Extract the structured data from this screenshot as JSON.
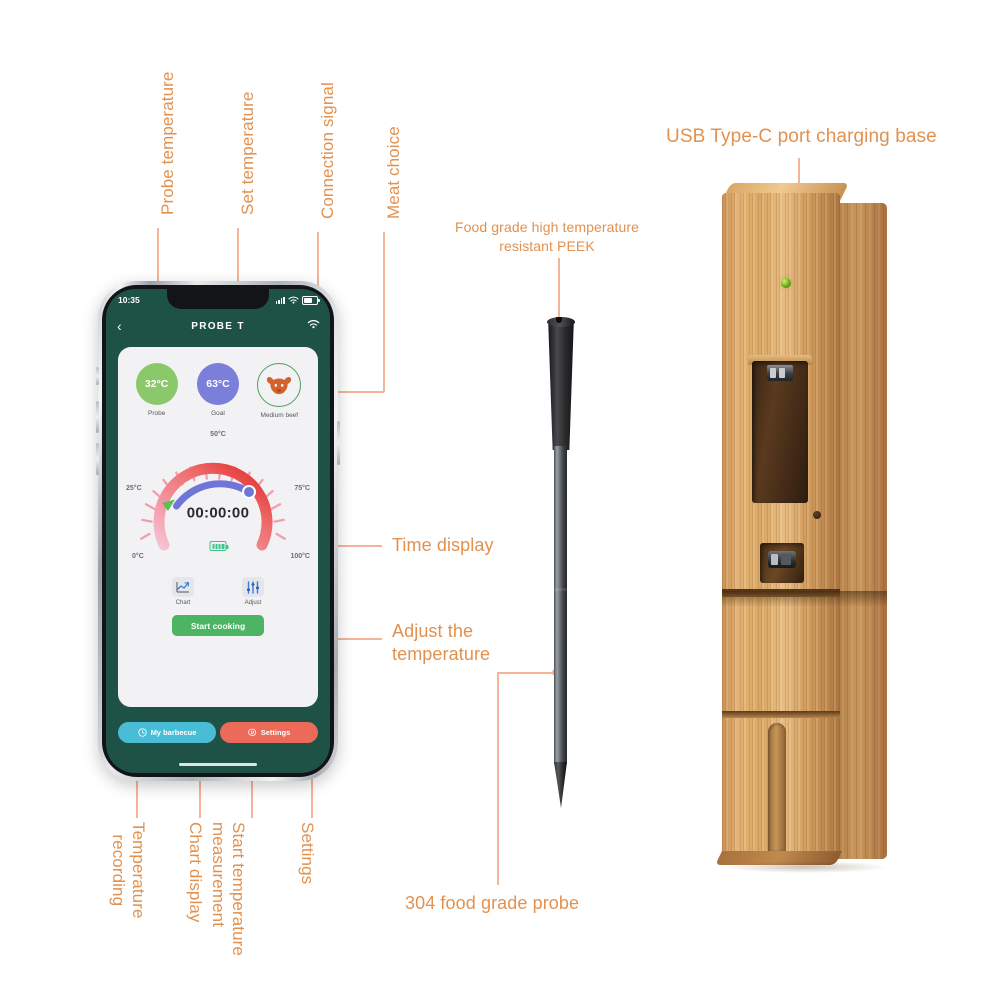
{
  "phone": {
    "status_bar": {
      "time": "10:35",
      "signal_icon": "cellular-bars-icon",
      "wifi_icon": "wifi-icon",
      "battery_icon": "battery-icon"
    },
    "app_bar": {
      "back_icon": "chevron-left-icon",
      "title": "PROBE T",
      "connection_icon": "wifi-signal-icon"
    },
    "badges": [
      {
        "value": "32°C",
        "label": "Probe",
        "color": "#8ac86a"
      },
      {
        "value": "63°C",
        "label": "Goal",
        "color": "#7b7fda"
      },
      {
        "value": "",
        "label": "Medium beef",
        "icon": "bull-head-icon",
        "color": "#d4622a"
      }
    ],
    "gauge": {
      "ticks": [
        "0°C",
        "25°C",
        "50°C",
        "75°C",
        "100°C"
      ],
      "timer": "00:00:00",
      "battery_icon": "battery-full-icon",
      "arc_start_color": "#f3a7bf",
      "arc_end_color": "#e02a28",
      "progress_color": "#6f76d8",
      "marker_icon": "triangle-marker-icon",
      "handle_icon": "slider-handle-icon"
    },
    "tools": [
      {
        "label": "Chart",
        "icon": "line-chart-icon"
      },
      {
        "label": "Adjust",
        "icon": "sliders-icon"
      }
    ],
    "start_button": {
      "label": "Start cooking",
      "color": "#4cb462"
    },
    "nav": [
      {
        "label": "My barbecue",
        "icon": "clock-icon",
        "color": "#49bdd6"
      },
      {
        "label": "Settings",
        "icon": "gear-icon",
        "color": "#ec6a5a"
      }
    ]
  },
  "annotations": {
    "top": [
      {
        "text": "Probe temperature"
      },
      {
        "text": "Set temperature"
      },
      {
        "text": "Connection signal"
      },
      {
        "text": "Meat choice"
      }
    ],
    "bottom": [
      {
        "text": "Temperature\nrecording"
      },
      {
        "text": "Chart display"
      },
      {
        "text": "Start temperature\nmeasurement"
      },
      {
        "text": "Settings"
      }
    ],
    "right_of_phone": [
      {
        "text": "Time display"
      },
      {
        "text": "Adjust the\ntemperature"
      }
    ],
    "probe": [
      {
        "text": "Food grade high temperature\nresistant PEEK"
      },
      {
        "text": "304 food grade probe"
      }
    ],
    "base": [
      {
        "text": "USB Type-C port charging base"
      }
    ]
  },
  "colors": {
    "annotation_text": "#e2914f",
    "leader_line": "#f5b39a",
    "phone_screen_bg": "#1e5246",
    "card_bg": "#f2f2f4"
  }
}
